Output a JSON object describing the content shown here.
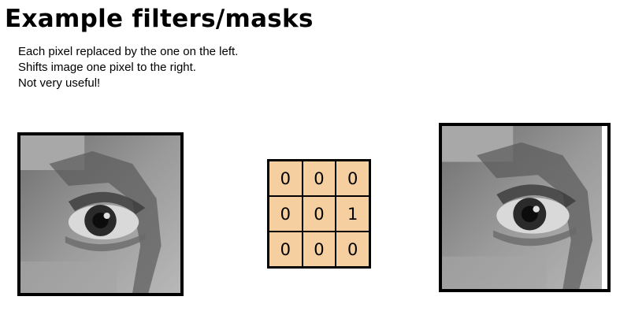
{
  "slide": {
    "title": "Example filters/masks",
    "lines": [
      "Each pixel replaced by the one on the left.",
      "Shifts image one pixel to the right.",
      "Not very useful!"
    ]
  },
  "images": {
    "input": {
      "icon": "eye-photo"
    },
    "output": {
      "icon": "eye-photo-shifted"
    }
  },
  "mask": {
    "rows": [
      [
        "0",
        "0",
        "0"
      ],
      [
        "0",
        "0",
        "1"
      ],
      [
        "0",
        "0",
        "0"
      ]
    ],
    "cell_color": "#f5cfa0"
  }
}
